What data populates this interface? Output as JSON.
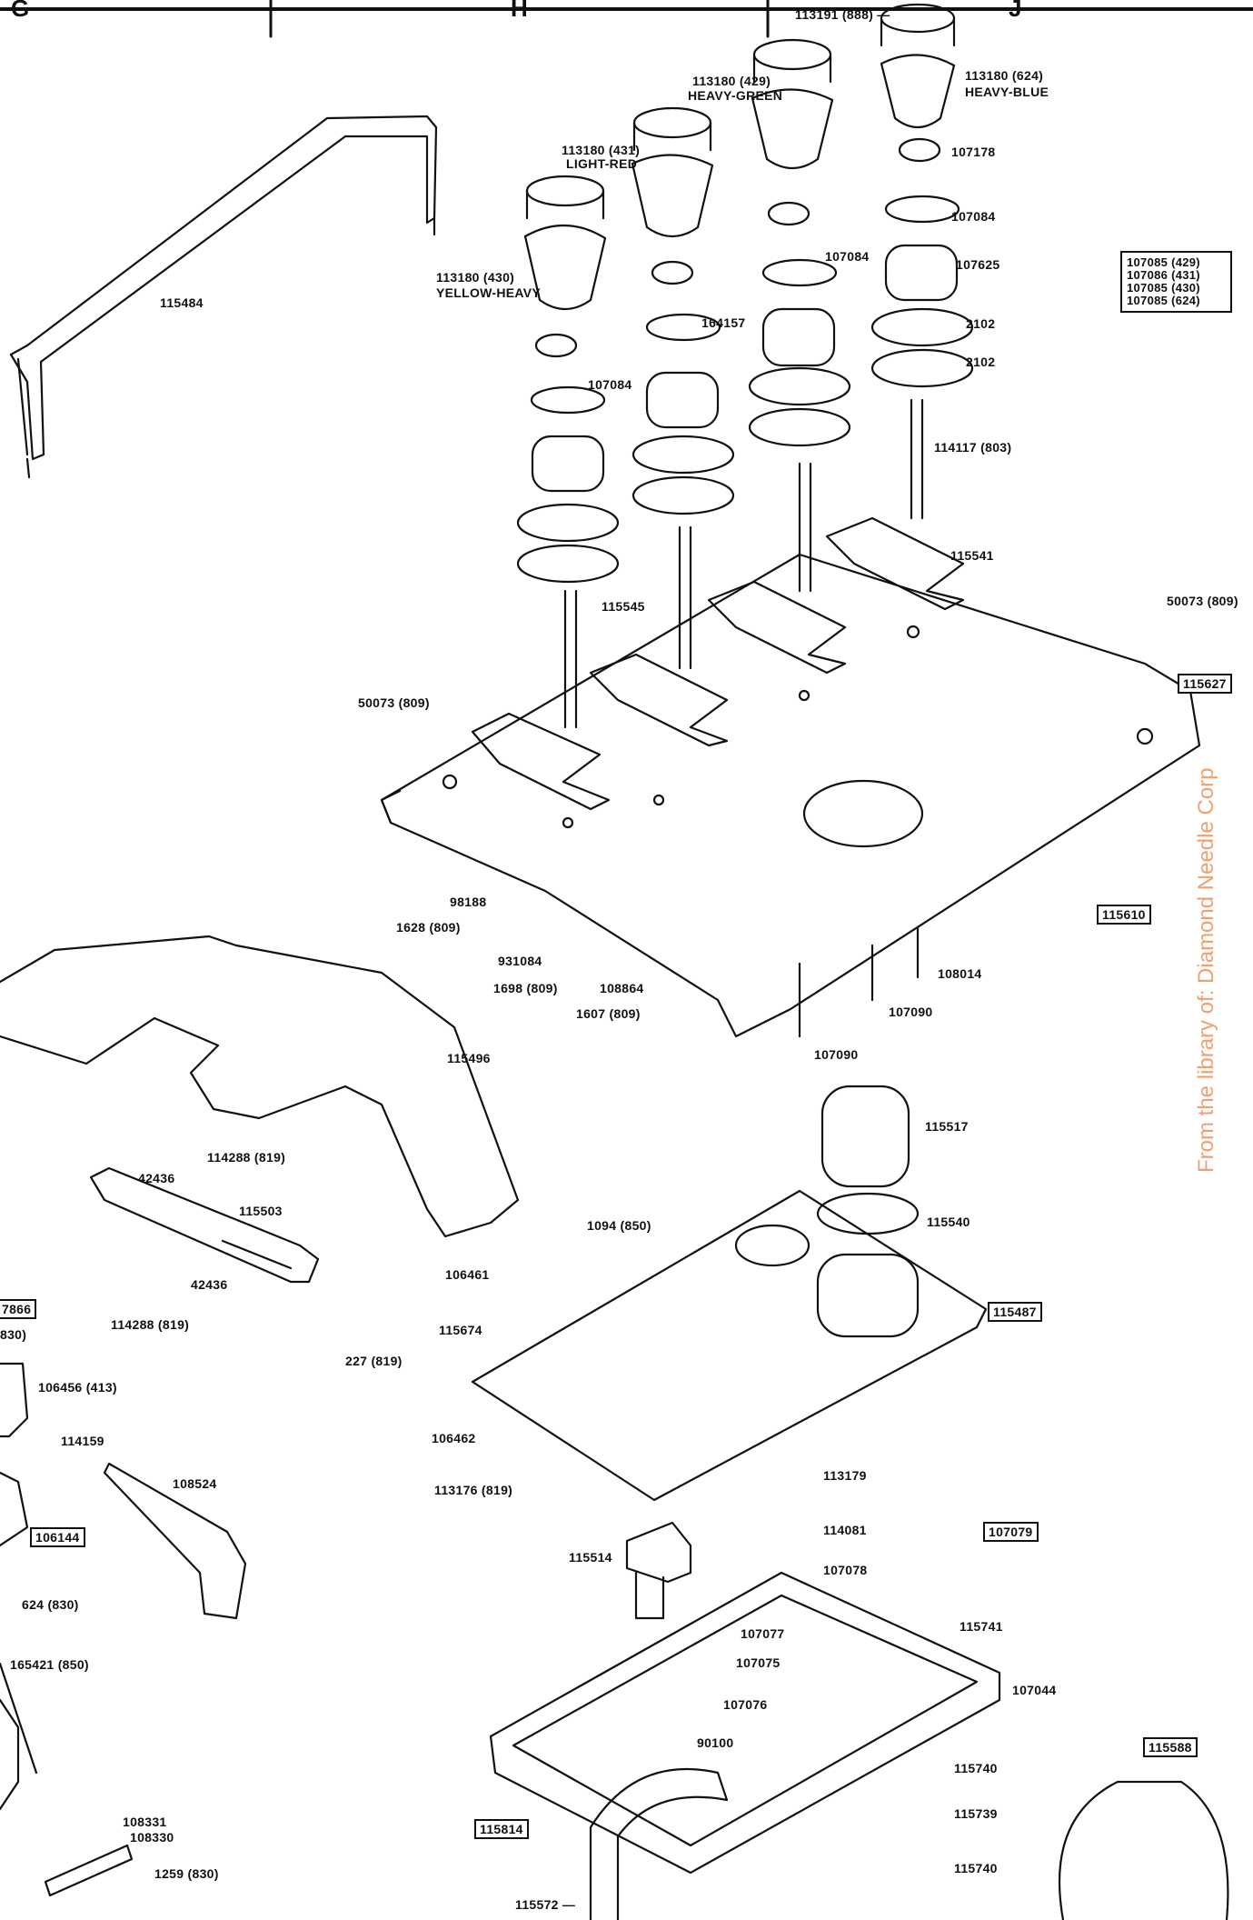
{
  "columns": [
    "G",
    "H",
    "J"
  ],
  "watermark": "From the library of: Diamond Needle Corp",
  "labels": {
    "l113191": "113191 (888) —",
    "l113180_624": "113180 (624)",
    "heavy_blue": "HEAVY-BLUE",
    "l113180_429": "113180 (429)",
    "heavy_green": "HEAVY-GREEN",
    "l113180_431": "113180 (431)",
    "light_red": "LIGHT-RED",
    "l113180_430": "113180 (430)",
    "yellow_heavy": "YELLOW-HEAVY",
    "l107178": "107178",
    "l107084_a": "107084",
    "l107084_b": "107084",
    "l107084_c": "107084",
    "l107625": "107625",
    "l2102_a": "2102",
    "l2102_b": "2102",
    "l164157": "164157",
    "l115484": "115484",
    "l114117": "114117 (803)",
    "l115541": "115541",
    "l115545": "115545",
    "l50073_a": "50073 (809)",
    "l50073_b": "50073 (809)",
    "b115627": "115627",
    "b115610": "115610",
    "l98188": "98188",
    "l1628": "1628 (809)",
    "l931084": "931084",
    "l1698": "1698 (809)",
    "l108864": "108864",
    "l1607": "1607 (809)",
    "l108014": "108014",
    "l107090_a": "107090",
    "l107090_b": "107090",
    "l115496": "115496",
    "l115517": "115517",
    "l115540": "115540",
    "b115487": "115487",
    "l114288_a": "114288 (819)",
    "l42436_a": "42436",
    "l115503": "115503",
    "l42436_b": "42436",
    "l114288_b": "114288 (819)",
    "l1094": "1094 (850)",
    "l106461": "106461",
    "l115674": "115674",
    "l227": "227 (819)",
    "l106462": "106462",
    "l113176": "113176 (819)",
    "b7866": "7866",
    "l830": "830)",
    "l106456": "106456 (413)",
    "l114159": "114159",
    "l108524": "108524",
    "b106144": "106144",
    "l624": "624 (830)",
    "l165421": "165421 (850)",
    "l108331": "108331",
    "l108330": "108330",
    "l1259": "1259 (830)",
    "l113179": "113179",
    "l114081": "114081",
    "b107079": "107079",
    "l107078": "107078",
    "l115514": "115514",
    "l107077": "107077",
    "l107075": "107075",
    "l107076": "107076",
    "l90100": "90100",
    "l115741": "115741",
    "l107044": "107044",
    "b115588": "115588",
    "l115740_a": "115740",
    "l115739": "115739",
    "l115740_b": "115740",
    "b115814": "115814",
    "l115572": "115572 —"
  },
  "chart_box": {
    "lines": [
      "107085 (429)",
      "107086 (431)",
      "107085 (430)",
      "107085 (624)"
    ]
  }
}
